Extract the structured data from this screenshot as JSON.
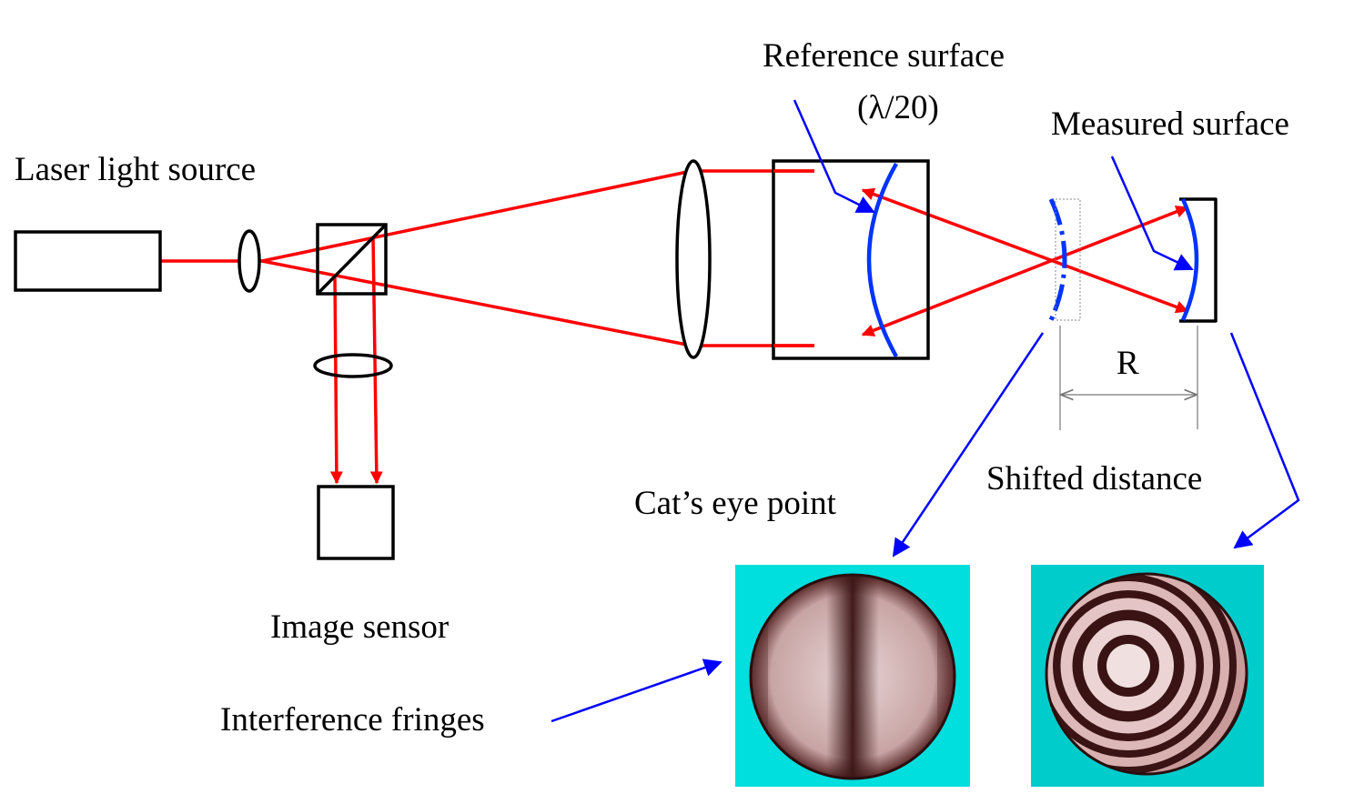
{
  "labels": {
    "laser_source": "Laser light source",
    "image_sensor": "Image sensor",
    "reference_surface": "Reference surface",
    "reference_spec": "(λ/20)",
    "measured_surface": "Measured surface",
    "shifted_distance": "Shifted distance",
    "radius": "R",
    "cats_eye_point": "Cat’s eye point",
    "interference_fringes": "Interference fringes"
  },
  "colors": {
    "beam": "#ff0000",
    "pointer": "#0000ff",
    "surface": "#0033ff",
    "outline": "#000000",
    "fringe_background": "#00dede",
    "fringe_light": "#f0e2e2",
    "fringe_dark": "#3a1414",
    "dimension": "#777777"
  },
  "icons": {
    "laser": "laser-box",
    "lens": "ellipse-lens",
    "beam_splitter": "cube-splitter",
    "sensor": "square-sensor"
  }
}
